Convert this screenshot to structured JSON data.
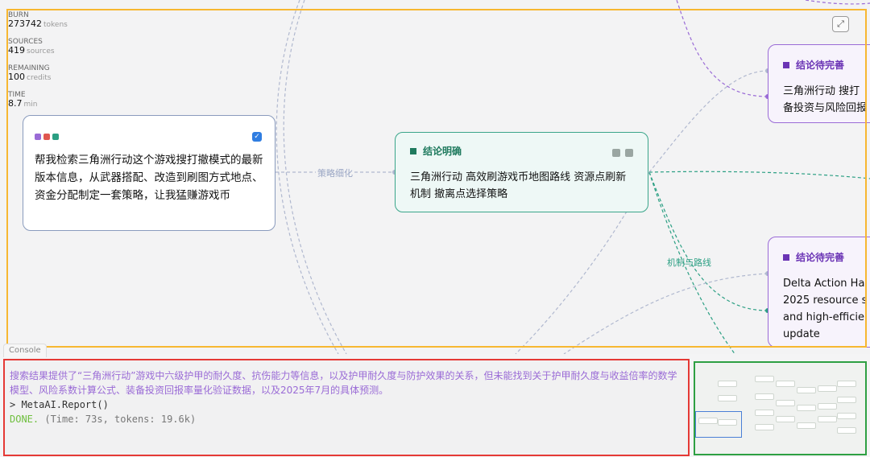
{
  "stats": [
    {
      "key": "BURN",
      "value": "273742",
      "unit": "tokens"
    },
    {
      "key": "SOURCES",
      "value": "419",
      "unit": "sources"
    },
    {
      "key": "REMAINING",
      "value": "100",
      "unit": "credits"
    },
    {
      "key": "TIME",
      "value": "8.7",
      "unit": "min"
    }
  ],
  "expand_icon": "expand-arrows-icon",
  "user_node": {
    "dot_colors": [
      "#9a6bd6",
      "#e0574f",
      "#2b9f83"
    ],
    "text": "帮我检索三角洲行动这个游戏搜打撤模式的最新版本信息，从武器搭配、改造到刷图方式地点、资金分配制定一套策略，让我猛赚游戏币",
    "checked": true
  },
  "main_node": {
    "title": "结论明确",
    "text": "三角洲行动 高效刷游戏币地图路线 资源点刷新机制 撤离点选择策略"
  },
  "pending_nodes": [
    {
      "title": "结论待完善",
      "lines": [
        "三角洲行动 搜打",
        "备投资与风险回报"
      ]
    },
    {
      "title": "结论待完善",
      "lines": [
        "Delta Action Ha",
        "2025 resource s",
        "and high-efficie",
        "update"
      ]
    }
  ],
  "edge_labels": {
    "refine": "策略细化",
    "mechanism": "机制与路线"
  },
  "colors": {
    "accent_green": "#2b9f83",
    "accent_purple": "#9a6bd6",
    "edge_gray": "#b0b8cf"
  },
  "console": {
    "tab_label": "Console",
    "result_text": "搜索结果提供了“三角洲行动”游戏中六级护甲的耐久度、抗伤能力等信息，以及护甲耐久度与防护效果的关系，但未能找到关于护甲耐久度与收益倍率的数学模型、风险系数计算公式、装备投资回报率量化验证数据，以及2025年7月的具体预测。",
    "command": "> MetaAI.Report()",
    "done_word": "DONE.",
    "done_detail": " (Time: 73s, tokens: 19.6k)"
  }
}
